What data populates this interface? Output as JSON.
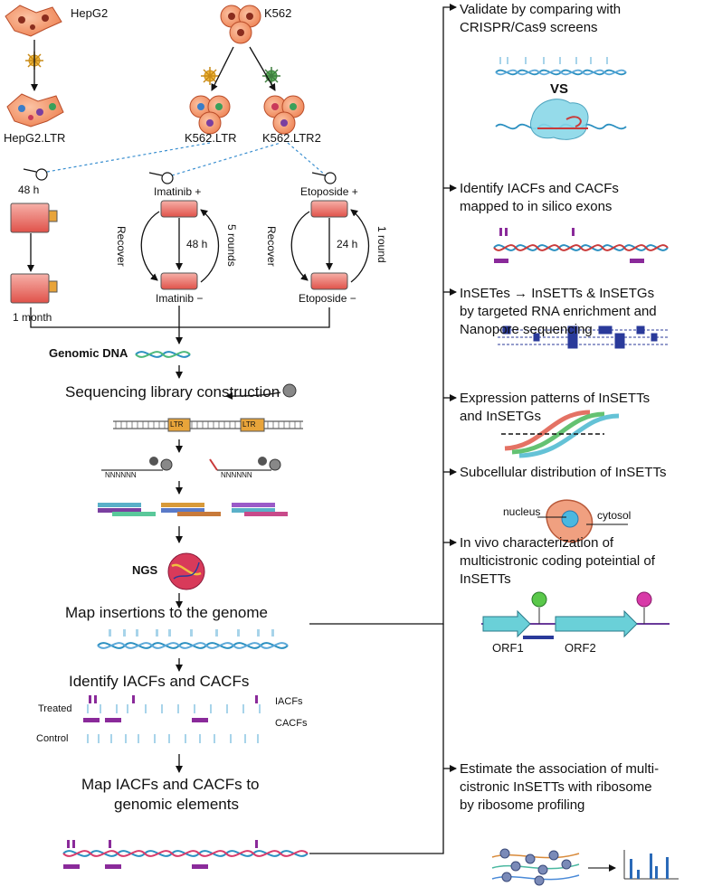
{
  "cells": {
    "hepg2": "HepG2",
    "k562": "K562",
    "hepg2_ltr": "HepG2.LTR",
    "k562_ltr": "K562.LTR",
    "k562_ltr2": "K562.LTR2"
  },
  "timing": {
    "h48": "48 h",
    "month": "1 month",
    "imatinib_plus": "Imatinib +",
    "imatinib_minus": "Imatinib −",
    "etoposide_plus": "Etoposide +",
    "etoposide_minus": "Etoposide −",
    "recover": "Recover",
    "five_rounds": "5 rounds",
    "one_round": "1 round",
    "h48_mid": "48 h",
    "h24": "24 h"
  },
  "pipeline": {
    "genomic_dna": "Genomic DNA",
    "library": "Sequencing library construction",
    "ltr": "LTR",
    "nnnnnn": "NNNNNN",
    "ngs": "NGS",
    "map_insertions": "Map insertions to the genome",
    "identify": "Identify IACFs and CACFs",
    "treated": "Treated",
    "control": "Control",
    "iacfs": "IACFs",
    "cacfs": "CACFs",
    "map_elements_1": "Map IACFs and CACFs to",
    "map_elements_2": "genomic elements"
  },
  "right": {
    "validate_1": "Validate by comparing with",
    "validate_2": "CRISPR/Cas9 screens",
    "vs": "VS",
    "identify_1": "Identify IACFs and CACFs",
    "identify_2": "mapped to in silico exons",
    "inset_1a": "InSETes",
    "inset_arrow": "→",
    "inset_1b": "InSETTs & InSETGs",
    "inset_2": "by targeted RNA enrichment and",
    "inset_3": "Nanopore sequencing",
    "expr_1": "Expression patterns of InSETTs",
    "expr_2": "and InSETGs",
    "sub_1": "Subcellular distribution of InSETTs",
    "nucleus": "nucleus",
    "cytosol": "cytosol",
    "vivo_1": "In vivo characterization of",
    "vivo_2": "multicistronic coding poteintial of",
    "vivo_3": "InSETTs",
    "orf1": "ORF1",
    "orf2": "ORF2",
    "ribo_1": "Estimate the association of multi-",
    "ribo_2": "cistronic InSETTs with ribosome",
    "ribo_3": "by ribosome profiling"
  }
}
